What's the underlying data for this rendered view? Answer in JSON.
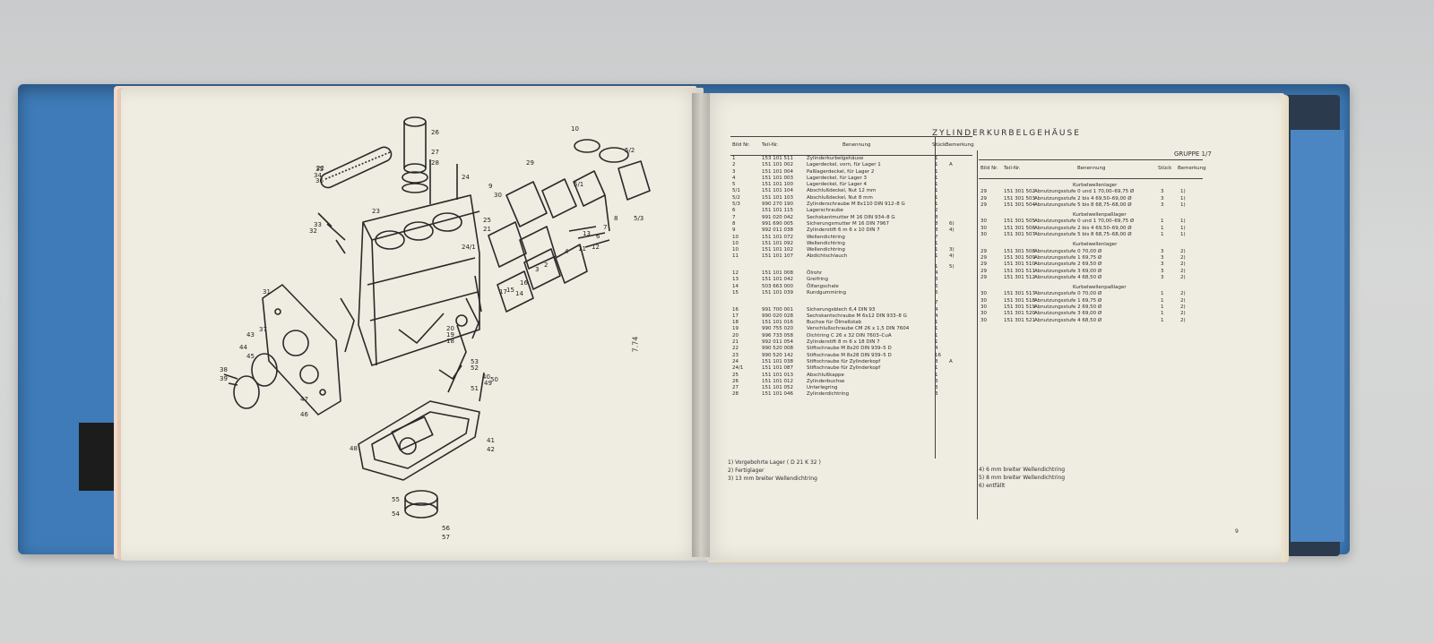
{
  "title": "ZYLINDERKURBELGEHÄUSE",
  "group": "GRUPPE 1/7",
  "page_number": "9",
  "figure_tag": "7.74",
  "left_table": {
    "headers": [
      "Bild Nr.",
      "Teil-Nr.",
      "Benennung",
      "Stück",
      "Bemerkung"
    ],
    "rows": [
      [
        "1",
        "153 101 511",
        "Zylinderkurbelgehäuse",
        "1",
        ""
      ],
      [
        "2",
        "151 101 002",
        "Lagerdeckel, vorn, für Lager 1",
        "1",
        "A"
      ],
      [
        "3",
        "151 101 004",
        "Paßlagerdeckel, für Lager 2",
        "1",
        ""
      ],
      [
        "4",
        "151 101 003",
        "Lagerdeckel, für Lager 3",
        "1",
        ""
      ],
      [
        "5",
        "151 101 100",
        "Lagerdeckel, für Lager 4",
        "1",
        ""
      ],
      [
        "5/1",
        "151 101 104",
        "Abschlußdeckel, Nut 12 mm",
        "1",
        ""
      ],
      [
        "5/2",
        "151 101 103",
        "Abschlußdeckel, Nut 8 mm",
        "1",
        ""
      ],
      [
        "5/3",
        "990 270 190",
        "Zylinderschraube M 8x110 DIN 912–8 G",
        "1",
        ""
      ],
      [
        "6",
        "151 101 115",
        "Lagerschraube",
        "2",
        ""
      ],
      [
        "7",
        "991 020 042",
        "Sechskantmutter M 16 DIN 934–8 G",
        "8",
        ""
      ],
      [
        "8",
        "991 690 005",
        "Sicherungsmutter M 16 DIN 7967",
        "8",
        "6)"
      ],
      [
        "9",
        "992 011 038",
        "Zylinderstift 6 m 6 x 10 DIN 7",
        "8",
        "4)"
      ],
      [
        "10",
        "151 101 072",
        "Wellendichtring",
        "7",
        ""
      ],
      [
        "10",
        "151 101 092",
        "Wellendichtring",
        "1",
        ""
      ],
      [
        "10",
        "151 101 102",
        "Wellendichtring",
        "1",
        "3)"
      ],
      [
        "11",
        "151 101 107",
        "Abdichtschlauch",
        "1",
        "4)"
      ],
      [
        "",
        "",
        "",
        "1",
        "5)"
      ],
      [
        "12",
        "151 101 008",
        "Ölrohr",
        "4",
        ""
      ],
      [
        "13",
        "151 101 042",
        "Greifring",
        "3",
        ""
      ],
      [
        "14",
        "503 663 000",
        "Ölfangschale",
        "6",
        ""
      ],
      [
        "15",
        "151 101 039",
        "Rundgummiring",
        "6",
        ""
      ],
      [
        "",
        "",
        "",
        "7",
        ""
      ],
      [
        "16",
        "991 700 001",
        "Sicherungsblech 6,4 DIN 93",
        "4",
        ""
      ],
      [
        "17",
        "990 020 028",
        "Sechskantschraube M 6x12 DIN 933–8 G",
        "4",
        ""
      ],
      [
        "18",
        "151 101 016",
        "Buchse für Ölmeßstab",
        "1",
        ""
      ],
      [
        "19",
        "990 755 020",
        "Verschlußschraube CM 26 x 1,5 DIN 7604",
        "1",
        ""
      ],
      [
        "20",
        "996 733 058",
        "Dichtring C 26 x 32 DIN 7603–CuA",
        "1",
        ""
      ],
      [
        "21",
        "992 011 054",
        "Zylinderstift 8 m 6 x 18 DIN 7",
        "1",
        ""
      ],
      [
        "22",
        "990 520 008",
        "Stiftschraube M 8x20 DIN 939–5 D",
        "4",
        ""
      ],
      [
        "23",
        "990 520 142",
        "Stiftschraube M 8x28 DIN 939–5 D",
        "16",
        ""
      ],
      [
        "24",
        "151 101 038",
        "Stiftschraube für Zylinderkopf",
        "8",
        "A"
      ],
      [
        "24/1",
        "151 101 087",
        "Stiftschraube für Zylinderkopf",
        "1",
        ""
      ],
      [
        "25",
        "151 101 013",
        "Abschlußkappe",
        "1",
        ""
      ],
      [
        "26",
        "151 101 012",
        "Zylinderbuchse",
        "3",
        ""
      ],
      [
        "27",
        "151 101 052",
        "Unterlegring",
        "3",
        ""
      ],
      [
        "28",
        "151 101 046",
        "Zylinderdichtring",
        "3",
        ""
      ]
    ]
  },
  "right_table": {
    "headers": [
      "Bild Nr.",
      "Teil-Nr.",
      "Benennung",
      "Stück",
      "Bemerkung"
    ],
    "sections": [
      {
        "heading": "Kurbelwellenlager",
        "rows": [
          [
            "29",
            "151 301 502",
            "Abnutzungsstufe 0 und 1  70,00–69,75 Ø",
            "3",
            "1)"
          ],
          [
            "29",
            "151 301 503",
            "Abnutzungsstufe 2 bis 4  69,50–69,00 Ø",
            "3",
            "1)"
          ],
          [
            "29",
            "151 301 504",
            "Abnutzungsstufe 5 bis 8  68,75–68,00 Ø",
            "3",
            "1)"
          ]
        ]
      },
      {
        "heading": "Kurbelwellenpaßlager",
        "rows": [
          [
            "30",
            "151 301 505",
            "Abnutzungsstufe 0 und 1  70,00–69,75 Ø",
            "1",
            "1)"
          ],
          [
            "30",
            "151 301 506",
            "Abnutzungsstufe 2 bis 4  69,50–69,00 Ø",
            "1",
            "1)"
          ],
          [
            "30",
            "151 301 507",
            "Abnutzungsstufe 5 bis 8  68,75–68,00 Ø",
            "1",
            "1)"
          ]
        ]
      },
      {
        "heading": "Kurbelwellenlager",
        "rows": [
          [
            "29",
            "151 301 508",
            "Abnutzungsstufe 0  70,00 Ø",
            "3",
            "2)"
          ],
          [
            "29",
            "151 301 509",
            "Abnutzungsstufe 1  69,75 Ø",
            "3",
            "2)"
          ],
          [
            "29",
            "151 301 510",
            "Abnutzungsstufe 2  69,50 Ø",
            "3",
            "2)"
          ],
          [
            "29",
            "151 301 511",
            "Abnutzungsstufe 3  69,00 Ø",
            "3",
            "2)"
          ],
          [
            "29",
            "151 301 512",
            "Abnutzungsstufe 4  68,50 Ø",
            "3",
            "2)"
          ]
        ]
      },
      {
        "heading": "Kurbelwellenpaßlager",
        "rows": [
          [
            "30",
            "151 301 517",
            "Abnutzungsstufe 0  70,00 Ø",
            "1",
            "2)"
          ],
          [
            "30",
            "151 301 518",
            "Abnutzungsstufe 1  69,75 Ø",
            "1",
            "2)"
          ],
          [
            "30",
            "151 301 519",
            "Abnutzungsstufe 2  69,50 Ø",
            "1",
            "2)"
          ],
          [
            "30",
            "151 301 520",
            "Abnutzungsstufe 3  69,00 Ø",
            "1",
            "2)"
          ],
          [
            "30",
            "151 301 521",
            "Abnutzungsstufe 4  68,50 Ø",
            "1",
            "2)"
          ]
        ]
      }
    ]
  },
  "footnotes_left": [
    "1) Vorgebohrte Lager ( D 21  K 32 )",
    "2) Fertiglager",
    "3) 13 mm breiter Wellendichtring"
  ],
  "footnotes_right": [
    "4) 6 mm breiter Wellendichtring",
    "5) 8 mm breiter Wellendichtring",
    "6) entfällt"
  ],
  "callouts": [
    "26",
    "27",
    "28",
    "24",
    "25",
    "21",
    "22",
    "23",
    "29",
    "30",
    "10",
    "9",
    "5/1",
    "5/2",
    "5/3",
    "2",
    "3",
    "4",
    "6",
    "7",
    "8",
    "11",
    "12",
    "13",
    "14",
    "15",
    "16",
    "17",
    "18",
    "19",
    "20",
    "24/1",
    "31",
    "32",
    "33",
    "34",
    "35",
    "36",
    "37",
    "38",
    "39",
    "40",
    "41",
    "42",
    "43",
    "44",
    "45",
    "46",
    "47",
    "48",
    "49",
    "50",
    "51",
    "52",
    "53",
    "54",
    "55",
    "56",
    "57"
  ]
}
